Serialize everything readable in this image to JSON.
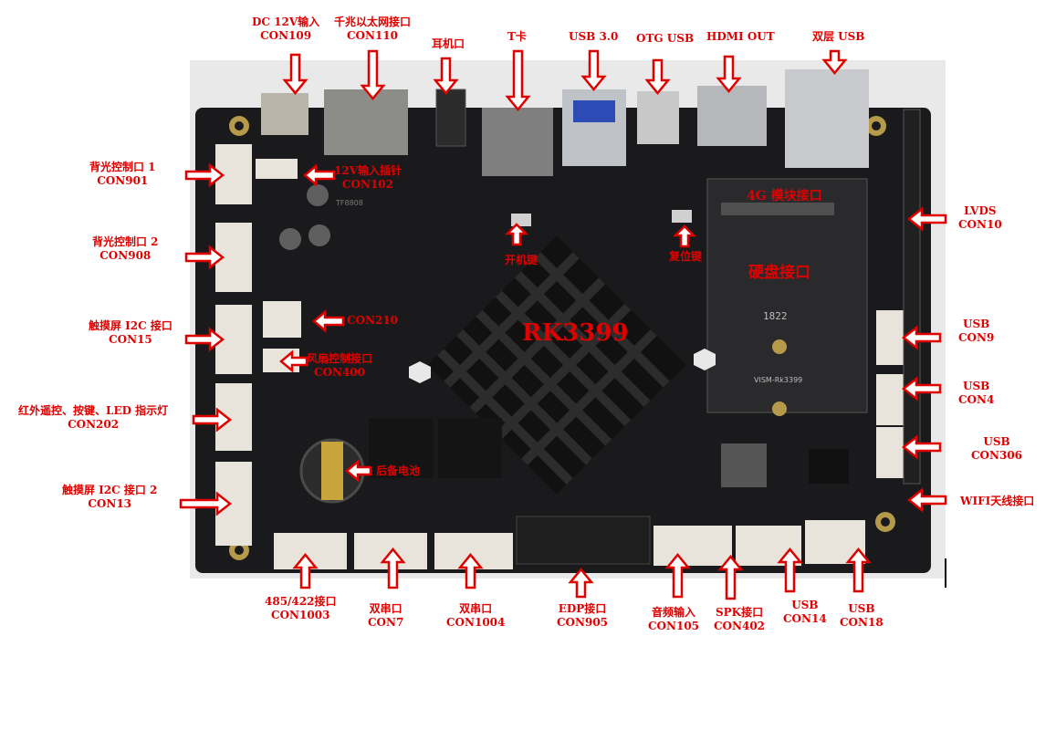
{
  "colors": {
    "label": "#e00000",
    "board": "#1c1c1e",
    "connector": "#e8e4dc"
  },
  "chip": {
    "name": "RK3399"
  },
  "ssd": {
    "name": "硬盘接口"
  },
  "board_marks": {
    "date": "1822",
    "module": "VISM-Rk3399",
    "brand": "TF8808"
  },
  "top": [
    {
      "title": "DC 12V输入",
      "code": "CON109"
    },
    {
      "title": "千兆以太网接口",
      "code": "CON110"
    },
    {
      "title": "耳机口",
      "code": ""
    },
    {
      "title": "T卡",
      "code": ""
    },
    {
      "title": "USB 3.0",
      "code": ""
    },
    {
      "title": "OTG USB",
      "code": ""
    },
    {
      "title": "HDMI OUT",
      "code": ""
    },
    {
      "title": "双层 USB",
      "code": ""
    }
  ],
  "left": [
    {
      "title": "背光控制口 1",
      "code": "CON901"
    },
    {
      "title": "背光控制口 2",
      "code": "CON908"
    },
    {
      "title": "触摸屏 I2C 接口",
      "code": "CON15"
    },
    {
      "title": "红外遥控、按键、LED 指示灯",
      "code": "CON202"
    },
    {
      "title": "触摸屏 I2C 接口 2",
      "code": "CON13"
    }
  ],
  "right": [
    {
      "title": "LVDS",
      "code": "CON10"
    },
    {
      "title": "USB",
      "code": "CON9"
    },
    {
      "title": "USB",
      "code": "CON4"
    },
    {
      "title": "USB",
      "code": "CON306"
    },
    {
      "title": "WIFI天线接口",
      "code": ""
    }
  ],
  "bottom": [
    {
      "title": "485/422接口",
      "code": "CON1003"
    },
    {
      "title": "双串口",
      "code": "CON7"
    },
    {
      "title": "双串口",
      "code": "CON1004"
    },
    {
      "title": "EDP接口",
      "code": "CON905"
    },
    {
      "title": "音频输入",
      "code": "CON105"
    },
    {
      "title": "SPK接口",
      "code": "CON402"
    },
    {
      "title": "USB",
      "code": "CON14"
    },
    {
      "title": "USB",
      "code": "CON18"
    }
  ],
  "inner": [
    {
      "title": "12V输入插针",
      "code": "CON102"
    },
    {
      "title": "4G 模块接口",
      "code": ""
    },
    {
      "title": "开机键",
      "code": ""
    },
    {
      "title": "复位键",
      "code": ""
    },
    {
      "title": "CON210",
      "code": ""
    },
    {
      "title": "风扇控制接口",
      "code": "CON400"
    },
    {
      "title": "后备电池",
      "code": ""
    }
  ]
}
